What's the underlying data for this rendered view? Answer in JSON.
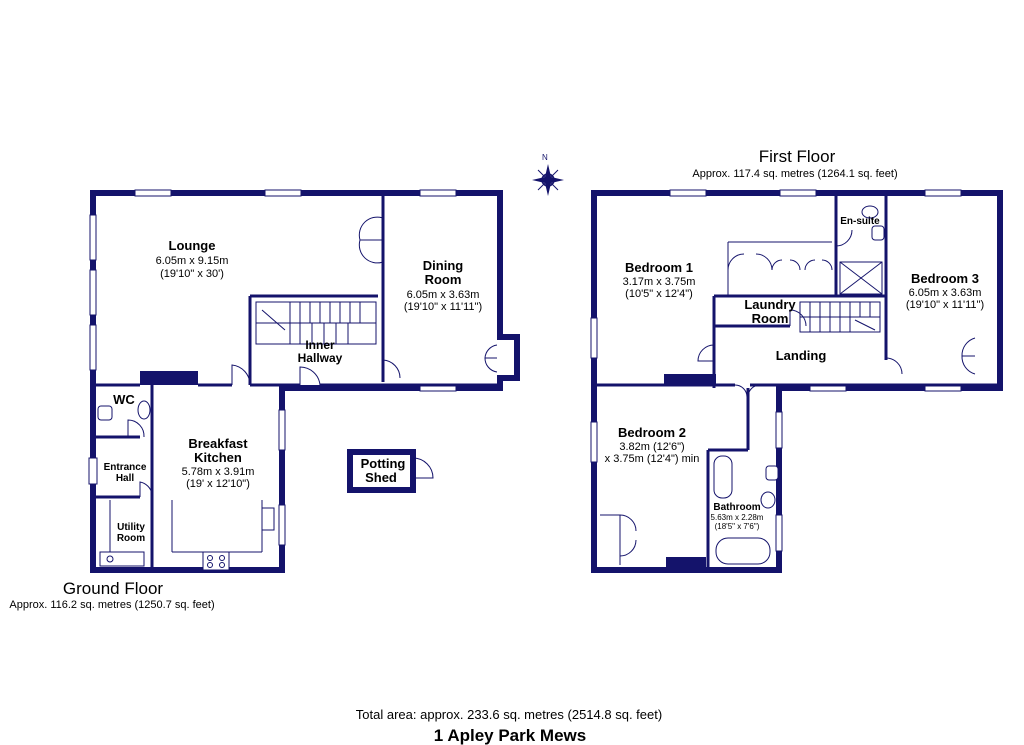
{
  "property": {
    "address": "1 Apley Park Mews",
    "total_area": "Total area: approx. 233.6 sq. metres (2514.8 sq. feet)"
  },
  "compass": {
    "north_label": "N"
  },
  "ground_floor": {
    "title": "Ground Floor",
    "area": "Approx. 116.2 sq. metres (1250.7 sq. feet)",
    "rooms": {
      "lounge": {
        "name": "Lounge",
        "dim_metric": "6.05m x 9.15m",
        "dim_imperial": "(19'10\" x 30')"
      },
      "dining": {
        "name_1": "Dining",
        "name_2": "Room",
        "dim_metric": "6.05m x 3.63m",
        "dim_imperial": "(19'10\" x 11'11\")"
      },
      "inner_hallway": {
        "name_1": "Inner",
        "name_2": "Hallway"
      },
      "wc": {
        "name": "WC"
      },
      "entrance_hall": {
        "name_1": "Entrance",
        "name_2": "Hall"
      },
      "breakfast_kitchen": {
        "name_1": "Breakfast",
        "name_2": "Kitchen",
        "dim_metric": "5.78m x 3.91m",
        "dim_imperial": "(19' x 12'10\")"
      },
      "utility": {
        "name_1": "Utility",
        "name_2": "Room"
      },
      "potting_shed": {
        "name_1": "Potting",
        "name_2": "Shed"
      }
    }
  },
  "first_floor": {
    "title": "First Floor",
    "area": "Approx. 117.4 sq. metres (1264.1 sq. feet)",
    "rooms": {
      "bedroom1": {
        "name": "Bedroom 1",
        "dim_metric": "3.17m x 3.75m",
        "dim_imperial": "(10'5\" x 12'4\")"
      },
      "ensuite": {
        "name": "En-suite"
      },
      "bedroom3": {
        "name": "Bedroom 3",
        "dim_metric": "6.05m x 3.63m",
        "dim_imperial": "(19'10\" x 11'11\")"
      },
      "laundry": {
        "name_1": "Laundry",
        "name_2": "Room"
      },
      "landing": {
        "name": "Landing"
      },
      "bedroom2": {
        "name": "Bedroom 2",
        "dim_line_1": "3.82m (12'6\")",
        "dim_line_2": "x 3.75m (12'4\") min"
      },
      "bathroom": {
        "name": "Bathroom",
        "dim_metric": "5.63m x 2.28m",
        "dim_imperial": "(18'5\" x 7'6\")"
      }
    }
  },
  "colors": {
    "wall": "#14136b",
    "background": "#ffffff",
    "text": "#000000"
  }
}
